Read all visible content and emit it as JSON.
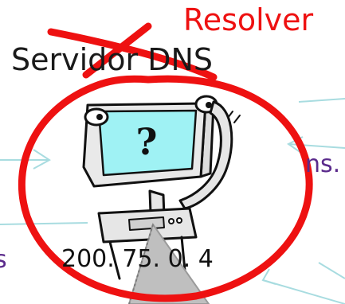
{
  "labels": {
    "resolver": "Resolver",
    "server": "Servidor DNS",
    "ns": "ns.",
    "ip": "200. 75. 0. 4",
    "left_fragment": "s"
  },
  "icons": {
    "computer": "confused-computer-icon",
    "question": "?"
  },
  "colors": {
    "annotation_red": "#ee1111",
    "arrow": "#a8dce0",
    "ns_text": "#5b2b8c",
    "screen": "#9ff2f4"
  }
}
